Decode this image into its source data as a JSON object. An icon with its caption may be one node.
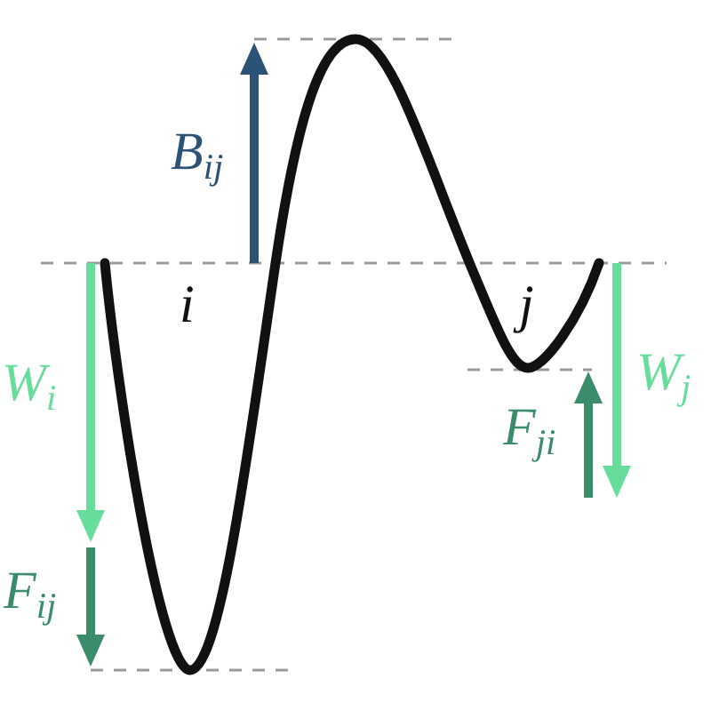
{
  "diagram": {
    "labels": [
      "B$_{ij}$",
      "i",
      "j",
      "W$_{i}$",
      "W$_{j}$",
      "F$_{ji}$",
      "F$_{ij}$"
    ]
  }
}
